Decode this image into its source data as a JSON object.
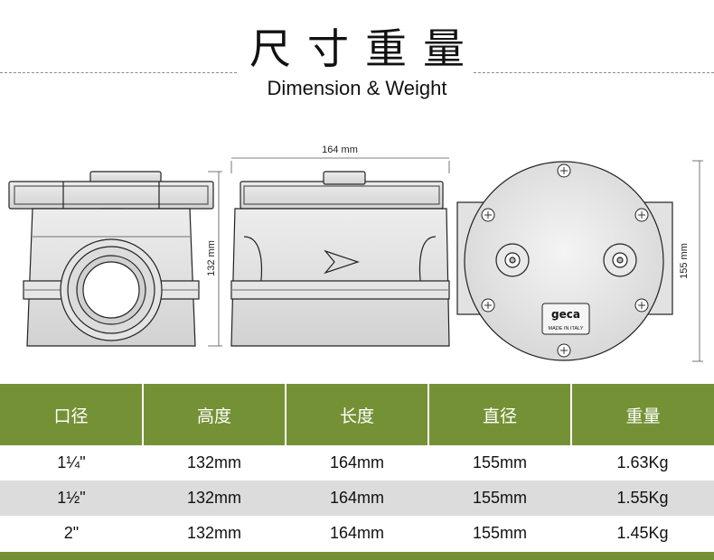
{
  "title_zh": "尺寸重量",
  "title_en": "Dimension & Weight",
  "drawing": {
    "width_label": "164 mm",
    "height_label": "132 mm",
    "diameter_label": "155 mm",
    "brand": "geca",
    "made_in": "MADE IN ITALY"
  },
  "table": {
    "headers": [
      "口径",
      "高度",
      "长度",
      "直径",
      "重量"
    ],
    "rows": [
      [
        "1¼\"",
        "132mm",
        "164mm",
        "155mm",
        "1.63Kg"
      ],
      [
        "1½\"",
        "132mm",
        "164mm",
        "155mm",
        "1.55Kg"
      ],
      [
        "2\"",
        "132mm",
        "164mm",
        "155mm",
        "1.45Kg"
      ]
    ]
  },
  "colors": {
    "header_green": "#759136",
    "stripe_gray": "#dcdcdc"
  }
}
